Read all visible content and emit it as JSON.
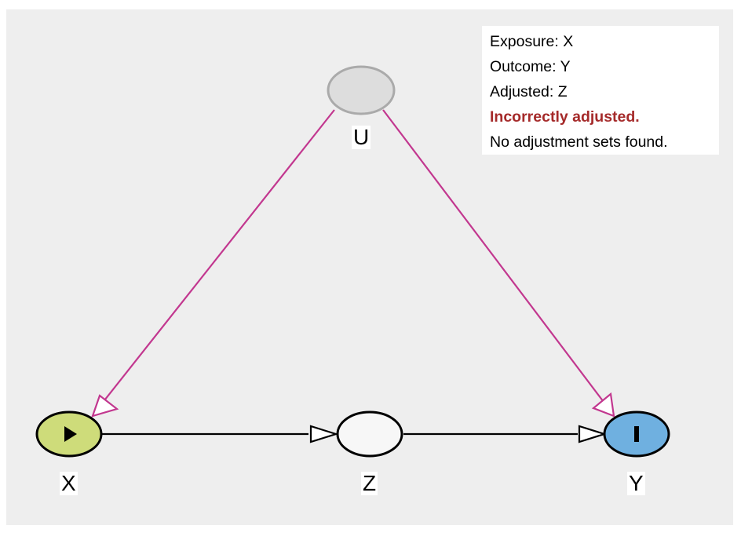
{
  "nodes": {
    "U": {
      "label": "U",
      "fill": "#dddddd",
      "stroke": "#aaaaaa",
      "role": "latent"
    },
    "X": {
      "label": "X",
      "fill": "#cedc7a",
      "stroke": "#000000",
      "role": "exposure",
      "icon": "play-icon"
    },
    "Z": {
      "label": "Z",
      "fill": "#f7f7f7",
      "stroke": "#000000",
      "role": "adjusted"
    },
    "Y": {
      "label": "Y",
      "fill": "#6fb0e0",
      "stroke": "#000000",
      "role": "outcome",
      "icon": "bar-icon"
    }
  },
  "edges": [
    {
      "from": "U",
      "to": "X",
      "color": "#c2378f",
      "kind": "biasing"
    },
    {
      "from": "U",
      "to": "Y",
      "color": "#c2378f",
      "kind": "biasing"
    },
    {
      "from": "X",
      "to": "Z",
      "color": "#000000",
      "kind": "causal"
    },
    {
      "from": "Z",
      "to": "Y",
      "color": "#000000",
      "kind": "causal"
    }
  ],
  "legend": {
    "exposure": "Exposure: X",
    "outcome": "Outcome: Y",
    "adjusted": "Adjusted: Z",
    "status": "Incorrectly adjusted.",
    "status_color": "#a52a2a",
    "note": "No adjustment sets found."
  }
}
